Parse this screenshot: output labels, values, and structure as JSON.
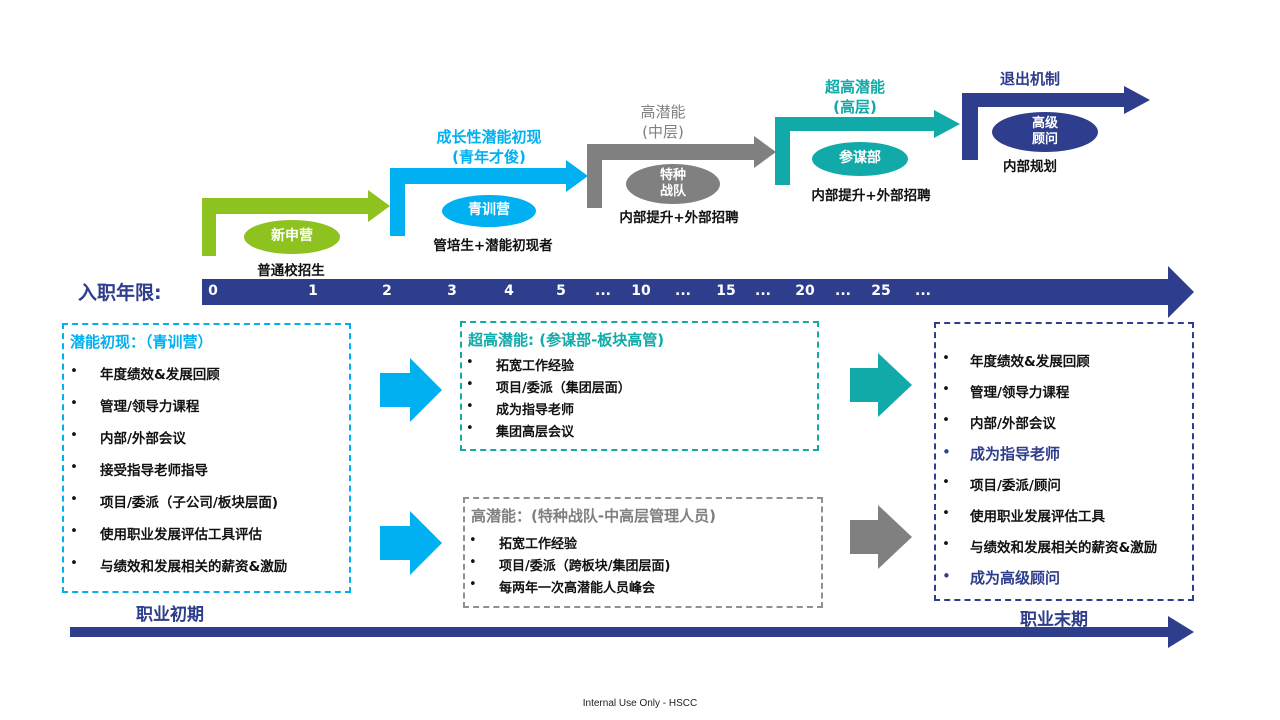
{
  "stages": [
    {
      "label": "",
      "oval": "新申营",
      "caption": "普通校招生",
      "color": "#8dc21f"
    },
    {
      "label": "成长性潜能初现\n(青年才俊)",
      "oval": "青训营",
      "caption": "管培生+潜能初现者",
      "color": "#00b0f0"
    },
    {
      "label": "高潜能\n(中层)",
      "oval": "特种\n战队",
      "caption": "内部提升+外部招聘",
      "color": "#808080"
    },
    {
      "label": "超高潜能\n(高层)",
      "oval": "参谋部",
      "caption": "内部提升+外部招聘",
      "color": "#11aaa9"
    },
    {
      "label": "退出机制",
      "oval": "高级\n顾问",
      "caption": "内部规划",
      "color": "#2e3d8c"
    }
  ],
  "timeline": {
    "label": "入职年限:",
    "ticks": [
      "0",
      "1",
      "2",
      "3",
      "4",
      "5",
      "...",
      "10",
      "...",
      "15",
      "...",
      "20",
      "...",
      "25",
      "..."
    ]
  },
  "box_left": {
    "title": "潜能初现：（青训营）",
    "items": [
      "年度绩效&发展回顾",
      "管理/领导力课程",
      "内部/外部会议",
      "接受指导老师指导",
      "项目/委派（子公司/板块层面)",
      "使用职业发展评估工具评估",
      "与绩效和发展相关的薪资&激励"
    ]
  },
  "box_mid_top": {
    "title": "超高潜能: (参谋部-板块高管)",
    "items": [
      "拓宽工作经验",
      "项目/委派（集团层面）",
      "成为指导老师",
      "集团高层会议"
    ]
  },
  "box_mid_bottom": {
    "title": "高潜能：(特种战队-中高层管理人员)",
    "items": [
      "拓宽工作经验",
      "项目/委派（跨板块/集团层面)",
      "每两年一次高潜能人员峰会"
    ]
  },
  "box_right": {
    "items": [
      {
        "text": "年度绩效&发展回顾",
        "highlight": false
      },
      {
        "text": "管理/领导力课程",
        "highlight": false
      },
      {
        "text": "内部/外部会议",
        "highlight": false
      },
      {
        "text": "成为指导老师",
        "highlight": true
      },
      {
        "text": "项目/委派/顾问",
        "highlight": false
      },
      {
        "text": "使用职业发展评估工具",
        "highlight": false
      },
      {
        "text": "与绩效和发展相关的薪资&激励",
        "highlight": false
      },
      {
        "text": "成为高级顾问",
        "highlight": true
      }
    ]
  },
  "career": {
    "start": "职业初期",
    "end": "职业末期"
  },
  "footer": "Internal Use Only - HSCC",
  "colors": {
    "navy": "#2e3d8c",
    "teal": "#11aaa9",
    "cyan": "#00b0f0",
    "gray": "#808080",
    "green": "#8dc21f"
  }
}
